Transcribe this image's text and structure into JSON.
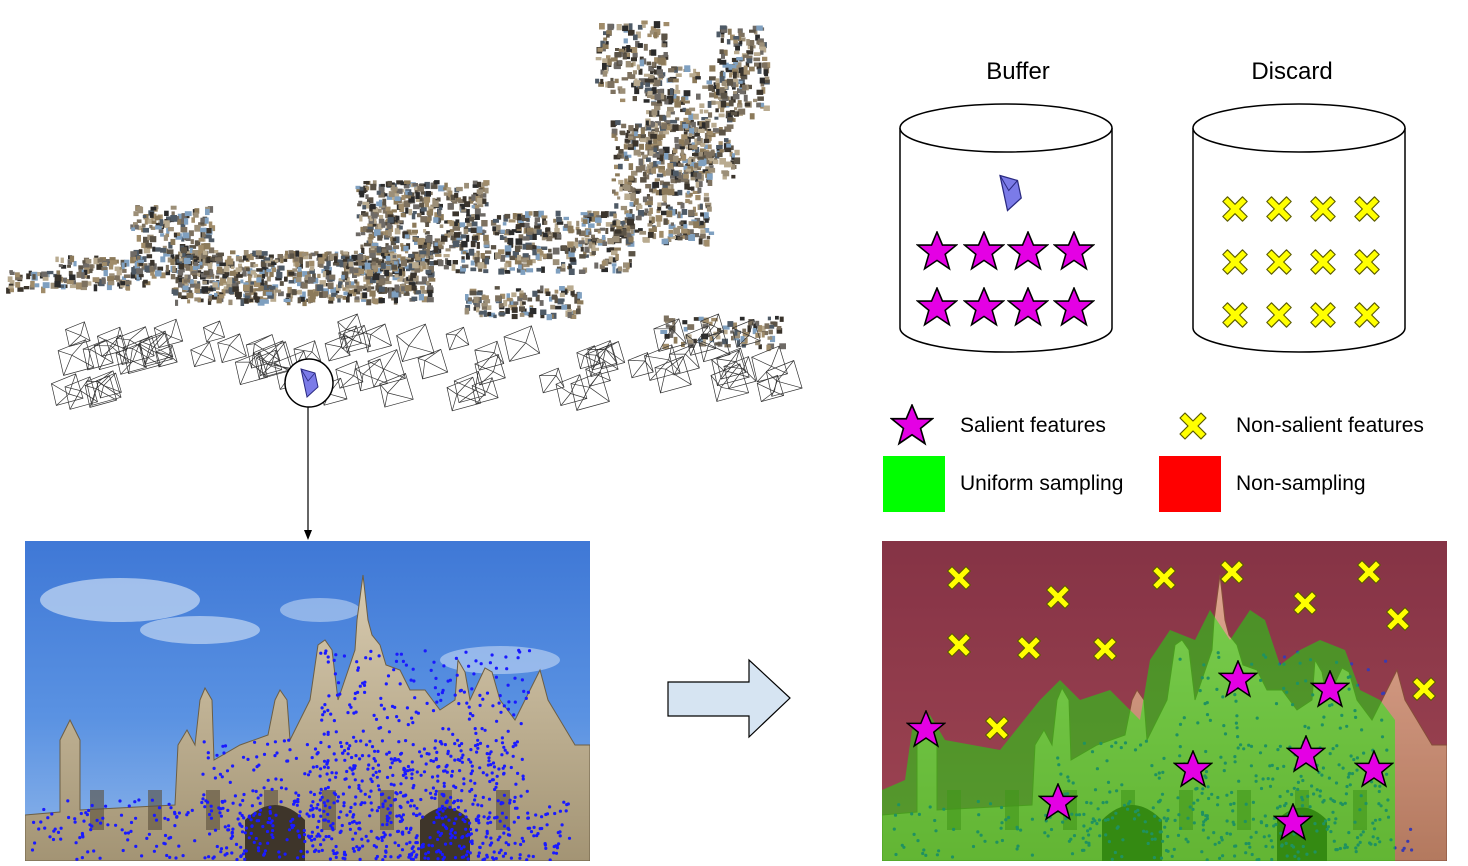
{
  "buffer": {
    "title": "Buffer"
  },
  "discard": {
    "title": "Discard"
  },
  "legend": {
    "salient": "Salient features",
    "non_salient": "Non-salient  features",
    "uniform": "Uniform sampling",
    "non_sampling": "Non-sampling"
  },
  "colors": {
    "salient_fill": "#e400e4",
    "non_salient_fill": "#ffff00",
    "uniform": "#00ff00",
    "non_sampling": "#ff0000",
    "arrow_fill": "#d6e4f2",
    "camera_fill": "#7b7be8",
    "keypoint": "#2020ff"
  }
}
